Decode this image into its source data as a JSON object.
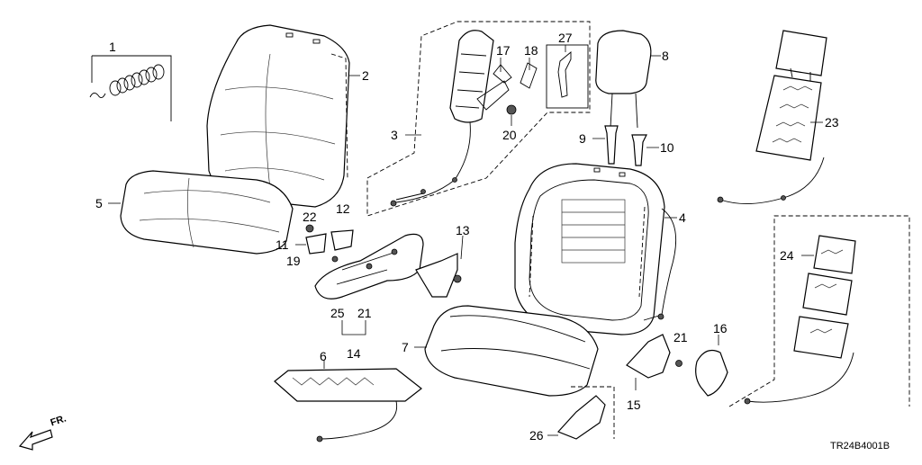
{
  "diagram": {
    "part_code": "TR24B4001B",
    "direction_label": "FR.",
    "callouts": [
      {
        "id": "c1",
        "text": "1"
      },
      {
        "id": "c2",
        "text": "2"
      },
      {
        "id": "c3",
        "text": "3"
      },
      {
        "id": "c4",
        "text": "4"
      },
      {
        "id": "c5",
        "text": "5"
      },
      {
        "id": "c6",
        "text": "6"
      },
      {
        "id": "c7",
        "text": "7"
      },
      {
        "id": "c8",
        "text": "8"
      },
      {
        "id": "c9",
        "text": "9"
      },
      {
        "id": "c10",
        "text": "10"
      },
      {
        "id": "c11",
        "text": "11"
      },
      {
        "id": "c12",
        "text": "12"
      },
      {
        "id": "c13",
        "text": "13"
      },
      {
        "id": "c14",
        "text": "14"
      },
      {
        "id": "c15",
        "text": "15"
      },
      {
        "id": "c16",
        "text": "16"
      },
      {
        "id": "c17",
        "text": "17"
      },
      {
        "id": "c18",
        "text": "18"
      },
      {
        "id": "c19",
        "text": "19"
      },
      {
        "id": "c20",
        "text": "20"
      },
      {
        "id": "c21a",
        "text": "21"
      },
      {
        "id": "c21b",
        "text": "21"
      },
      {
        "id": "c22",
        "text": "22"
      },
      {
        "id": "c23",
        "text": "23"
      },
      {
        "id": "c24",
        "text": "24"
      },
      {
        "id": "c25",
        "text": "25"
      },
      {
        "id": "c26",
        "text": "26"
      },
      {
        "id": "c27",
        "text": "27"
      }
    ]
  }
}
